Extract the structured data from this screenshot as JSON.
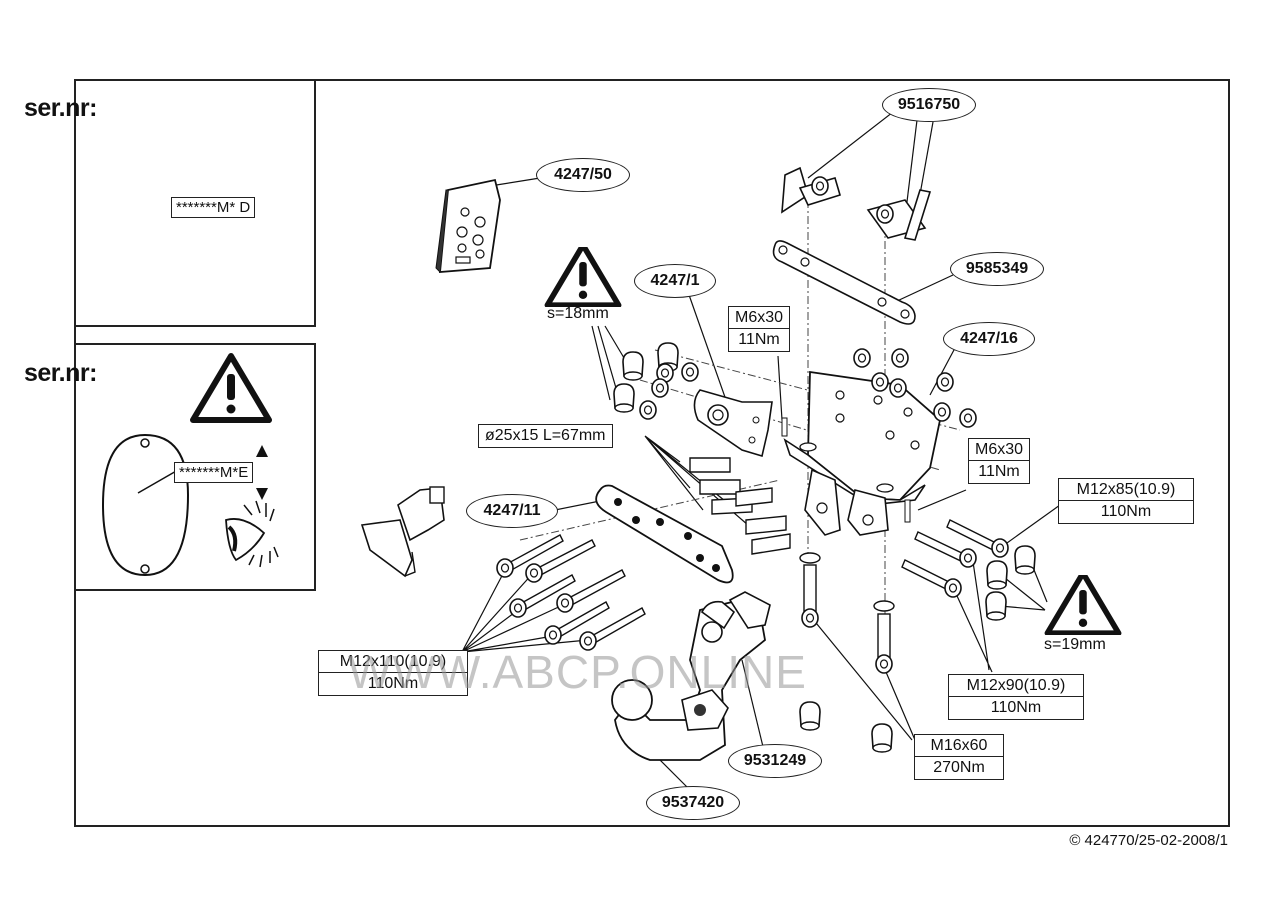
{
  "panels": {
    "top": {
      "title": "ser.nr:",
      "code": "*******M* D"
    },
    "bottom": {
      "title": "ser.nr:",
      "code": "*******M*E"
    }
  },
  "parts": {
    "p9516750": "9516750",
    "p4247_50": "4247/50",
    "p9585349": "9585349",
    "p4247_1": "4247/1",
    "p4247_16": "4247/16",
    "p4247_11": "4247/11",
    "p9531249": "9531249",
    "p9537420": "9537420"
  },
  "specs": {
    "s18": "s=18mm",
    "s19": "s=19mm",
    "tube": "ø25x15 L=67mm",
    "m6a": {
      "bolt": "M6x30",
      "torque": "11Nm"
    },
    "m6b": {
      "bolt": "M6x30",
      "torque": "11Nm"
    },
    "m12x85": {
      "bolt": "M12x85(10.9)",
      "torque": "110Nm"
    },
    "m12x110": {
      "bolt": "M12x110(10.9)",
      "torque": "110Nm"
    },
    "m12x90": {
      "bolt": "M12x90(10.9)",
      "torque": "110Nm"
    },
    "m16x60": {
      "bolt": "M16x60",
      "torque": "270Nm"
    }
  },
  "watermark": "WWW.ABCP.ONLINE",
  "copyright": "© 424770/25-02-2008/1"
}
